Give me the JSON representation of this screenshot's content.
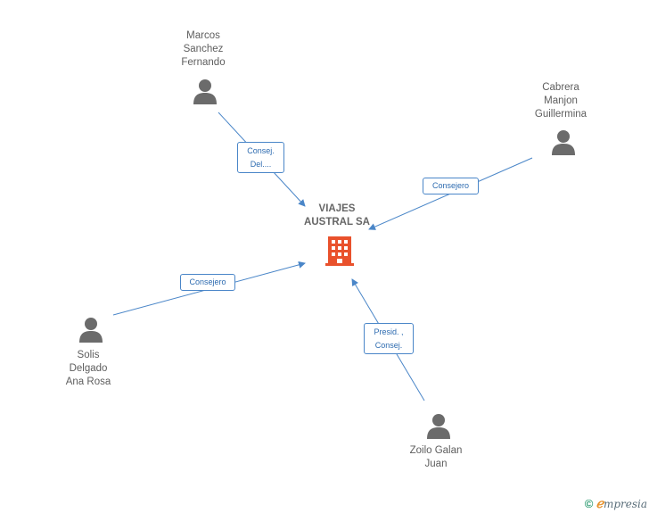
{
  "company": {
    "name_line1": "VIAJES",
    "name_line2": "AUSTRAL SA",
    "icon": "building-icon",
    "color": "#e9512c"
  },
  "people": [
    {
      "id": "marcos",
      "lines": [
        "Marcos",
        "Sanchez",
        "Fernando"
      ],
      "icon": "person-icon"
    },
    {
      "id": "cabrera",
      "lines": [
        "Cabrera",
        "Manjon",
        "Guillermina"
      ],
      "icon": "person-icon"
    },
    {
      "id": "solis",
      "lines": [
        "Solis",
        "Delgado",
        "Ana Rosa"
      ],
      "icon": "person-icon"
    },
    {
      "id": "zoilo",
      "lines": [
        "Zoilo Galan",
        "Juan"
      ],
      "icon": "person-icon"
    }
  ],
  "edges": [
    {
      "from": "marcos",
      "label_lines": [
        "Consej.",
        "Del...."
      ]
    },
    {
      "from": "cabrera",
      "label_lines": [
        "Consejero"
      ]
    },
    {
      "from": "solis",
      "label_lines": [
        "Consejero"
      ]
    },
    {
      "from": "zoilo",
      "label_lines": [
        "Presid. ,",
        "Consej."
      ]
    }
  ],
  "colors": {
    "edge": "#4a86c8",
    "person": "#6b6b6b",
    "text": "#5e5e5e"
  },
  "footer": {
    "copyright": "©",
    "brand_e": "ℯ",
    "brand_rest": "mpresia"
  }
}
